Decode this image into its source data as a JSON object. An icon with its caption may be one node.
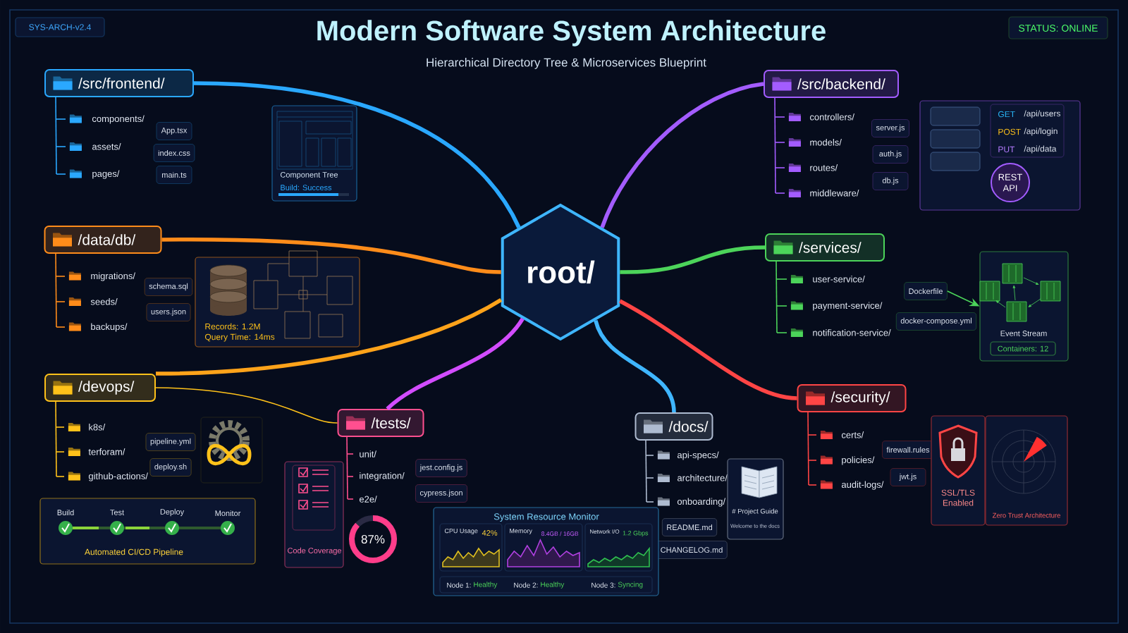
{
  "diagram": {
    "title": "Modern Software System Architecture",
    "nodes": [
      {
        "text": [
          "root/"
        ]
      },
      {
        "text": [
          "/src/frontend/"
        ]
      },
      {
        "text": [
          "components/"
        ]
      },
      {
        "text": [
          "assets/"
        ]
      },
      {
        "text": [
          "pages/"
        ]
      },
      {
        "text": [
          "App.tsx"
        ]
      },
      {
        "text": [
          "index.css"
        ]
      },
      {
        "text": [
          "main.ts"
        ]
      },
      {
        "text": [
          "Component Tree",
          "Build: Success"
        ]
      },
      {
        "text": [
          "/src/backend/"
        ]
      },
      {
        "text": [
          "controllers/"
        ]
      },
      {
        "text": [
          "models/"
        ]
      },
      {
        "text": [
          "routes/"
        ]
      },
      {
        "text": [
          "middleware/"
        ]
      },
      {
        "text": [
          "server.js"
        ]
      },
      {
        "text": [
          "auth.js"
        ]
      },
      {
        "text": [
          "db.js"
        ]
      },
      {
        "text": [
          "GET",
          "/api/users",
          "POST",
          "/api/login",
          "PUT",
          "/api/data"
        ]
      },
      {
        "text": [
          "REST API"
        ],
        "in": 17
      },
      {
        "text": [
          "/data/db/"
        ]
      },
      {
        "text": [
          "migrations/"
        ]
      },
      {
        "text": [
          "seeds/"
        ]
      },
      {
        "text": [
          "backups/"
        ]
      },
      {
        "text": [
          "schema.sql"
        ]
      },
      {
        "text": [
          "users.json"
        ]
      },
      {
        "text": [
          "Records: 1.2M",
          "Query Time: 14ms"
        ]
      },
      {
        "text": [
          "/services/"
        ]
      },
      {
        "text": [
          "user-service/"
        ]
      },
      {
        "text": [
          "payment-service/"
        ]
      },
      {
        "text": [
          "notification-service/"
        ]
      },
      {
        "text": [
          "Dockerfile"
        ]
      },
      {
        "text": [
          "docker-compose.yml"
        ]
      },
      {
        "text": [
          "Event Stream"
        ]
      },
      {
        "text": [
          "Containers: 12"
        ],
        "in": 32
      },
      {
        "text": [
          "/devops/"
        ]
      },
      {
        "text": [
          "k8s/"
        ]
      },
      {
        "text": [
          "terforam/"
        ]
      },
      {
        "text": [
          "github-actions/"
        ]
      },
      {
        "text": [
          "pipeline.yml"
        ]
      },
      {
        "text": [
          "deploy.sh"
        ]
      },
      {
        "text": [
          "Build",
          "Test",
          "Deploy",
          "Monitor",
          "Automated CI/CD Pipeline"
        ]
      },
      {
        "text": [
          "/tests/"
        ]
      },
      {
        "text": [
          "unit/"
        ]
      },
      {
        "text": [
          "integration/"
        ]
      },
      {
        "text": [
          "e2e/"
        ]
      },
      {
        "text": [
          "jest.config.js"
        ]
      },
      {
        "text": [
          "cypress.json"
        ]
      },
      {
        "text": [
          "Code Coverage",
          "87%"
        ]
      },
      {
        "text": [
          "/docs/"
        ]
      },
      {
        "text": [
          "api-specs/"
        ]
      },
      {
        "text": [
          "architecture/"
        ]
      },
      {
        "text": [
          "onboarding/"
        ]
      },
      {
        "text": [
          "README.md"
        ]
      },
      {
        "text": [
          "CHANGELOG.md"
        ]
      },
      {
        "text": [
          "# Project Guide",
          "Welcome to the docs"
        ]
      },
      {
        "text": [
          "System Resource Monitor"
        ]
      },
      {
        "text": [
          "CPU Usage",
          "42%"
        ],
        "in": 55
      },
      {
        "text": [
          "Memory",
          "8.4GB / 16GB"
        ],
        "in": 55
      },
      {
        "text": [
          "Network I/O",
          "1.2 Gbps"
        ],
        "in": 55
      },
      {
        "text": [
          "Node 1:",
          "Healthy",
          "Node 2:",
          "Healthy",
          "Node 3:",
          "Syncing"
        ],
        "in": 55
      },
      {
        "text": [
          "/security/"
        ]
      },
      {
        "text": [
          "certs/"
        ]
      },
      {
        "text": [
          "policies/"
        ]
      },
      {
        "text": [
          "audit-logs/"
        ]
      },
      {
        "text": [
          "firewall.rules"
        ]
      },
      {
        "text": [
          "jwt.js"
        ]
      },
      {
        "text": [
          "SSL/TLS Enabled"
        ]
      },
      {
        "text": [
          "Zero Trust Architecture"
        ]
      },
      {
        "text": [
          "SYS-ARCH-v2.4"
        ]
      },
      {
        "text": [
          "STATUS: ONLINE"
        ]
      }
    ],
    "edges": [
      {
        "from": 0,
        "to": 1,
        "arrow": "none",
        "style": "thick",
        "color": "#2aa8ff"
      },
      {
        "from": 0,
        "to": 9,
        "arrow": "none",
        "style": "thick",
        "color": "#a35cff"
      },
      {
        "from": 0,
        "to": 19,
        "arrow": "none",
        "style": "thick",
        "color": "#ff8c1a"
      },
      {
        "from": 0,
        "to": 26,
        "arrow": "none",
        "style": "thick",
        "color": "#4cd45a"
      },
      {
        "from": 0,
        "to": 34,
        "arrow": "none",
        "style": "thick",
        "color": "#ffa31a"
      },
      {
        "from": 0,
        "to": 41,
        "arrow": "none",
        "style": "thick",
        "color": "#d24cff"
      },
      {
        "from": 0,
        "to": 48,
        "arrow": "none",
        "style": "thick",
        "color": "#3fb6ff"
      },
      {
        "from": 0,
        "to": 60,
        "arrow": "none",
        "style": "thick",
        "color": "#ff4545"
      },
      {
        "from": 34,
        "to": 41,
        "arrow": "none",
        "color": "#ffc21a"
      },
      {
        "from": 30,
        "to": 32,
        "arrow": "to",
        "color": "#4cd45a"
      },
      {
        "from": 1,
        "to": 2,
        "arrow": "none",
        "color": "#2aa8ff"
      },
      {
        "from": 1,
        "to": 3,
        "arrow": "none",
        "color": "#2aa8ff"
      },
      {
        "from": 1,
        "to": 4,
        "arrow": "none",
        "color": "#2aa8ff"
      },
      {
        "from": 9,
        "to": 10,
        "arrow": "none",
        "color": "#a35cff"
      },
      {
        "from": 9,
        "to": 11,
        "arrow": "none",
        "color": "#a35cff"
      },
      {
        "from": 9,
        "to": 12,
        "arrow": "none",
        "color": "#a35cff"
      },
      {
        "from": 9,
        "to": 13,
        "arrow": "none",
        "color": "#a35cff"
      },
      {
        "from": 19,
        "to": 20,
        "arrow": "none",
        "color": "#ff8c1a"
      },
      {
        "from": 19,
        "to": 21,
        "arrow": "none",
        "color": "#ff8c1a"
      },
      {
        "from": 19,
        "to": 22,
        "arrow": "none",
        "color": "#ff8c1a"
      },
      {
        "from": 26,
        "to": 27,
        "arrow": "none",
        "color": "#4cd45a"
      },
      {
        "from": 26,
        "to": 28,
        "arrow": "none",
        "color": "#4cd45a"
      },
      {
        "from": 26,
        "to": 29,
        "arrow": "none",
        "color": "#4cd45a"
      },
      {
        "from": 34,
        "to": 35,
        "arrow": "none",
        "color": "#ffc21a"
      },
      {
        "from": 34,
        "to": 36,
        "arrow": "none",
        "color": "#ffc21a"
      },
      {
        "from": 34,
        "to": 37,
        "arrow": "none",
        "color": "#ffc21a"
      },
      {
        "from": 41,
        "to": 42,
        "arrow": "none",
        "color": "#ff4f8f"
      },
      {
        "from": 41,
        "to": 43,
        "arrow": "none",
        "color": "#ff4f8f"
      },
      {
        "from": 41,
        "to": 44,
        "arrow": "none",
        "color": "#ff4f8f"
      },
      {
        "from": 48,
        "to": 49,
        "arrow": "none",
        "color": "#aebbd0"
      },
      {
        "from": 48,
        "to": 50,
        "arrow": "none",
        "color": "#aebbd0"
      },
      {
        "from": 48,
        "to": 51,
        "arrow": "none",
        "color": "#aebbd0"
      },
      {
        "from": 60,
        "to": 61,
        "arrow": "none",
        "color": "#ff4545"
      },
      {
        "from": 60,
        "to": 62,
        "arrow": "none",
        "color": "#ff4545"
      },
      {
        "from": 60,
        "to": 63,
        "arrow": "none",
        "color": "#ff4545"
      }
    ],
    "labels": [
      "Hierarchical Directory Tree & Microservices Blueprint"
    ]
  }
}
